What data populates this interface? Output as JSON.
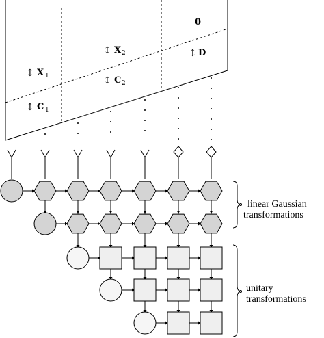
{
  "matrix": {
    "zero": "0",
    "x2": {
      "arrow": "↕",
      "letter": "X",
      "sub": "2"
    },
    "x1": {
      "arrow": "↕",
      "letter": "X",
      "sub": "1"
    },
    "d": {
      "arrow": "↕",
      "letter": "D"
    },
    "c2": {
      "arrow": "↕",
      "letter": "C",
      "sub": "2"
    },
    "c1": {
      "arrow": "↕",
      "letter": "C",
      "sub": "1"
    }
  },
  "brackets": {
    "linear": [
      "linear Gaussian",
      "transformations"
    ],
    "unitary": [
      "unitary",
      "transformations"
    ]
  },
  "colors": {
    "stroke": "#000000",
    "gaussian_fill": "#d4d4d4",
    "unitary_fill": "#efefef",
    "circle_light_fill": "#f6f6f6",
    "background": "#ffffff"
  },
  "detector_types": [
    "fork",
    "fork",
    "fork",
    "fork",
    "fork",
    "diamond",
    "diamond"
  ]
}
